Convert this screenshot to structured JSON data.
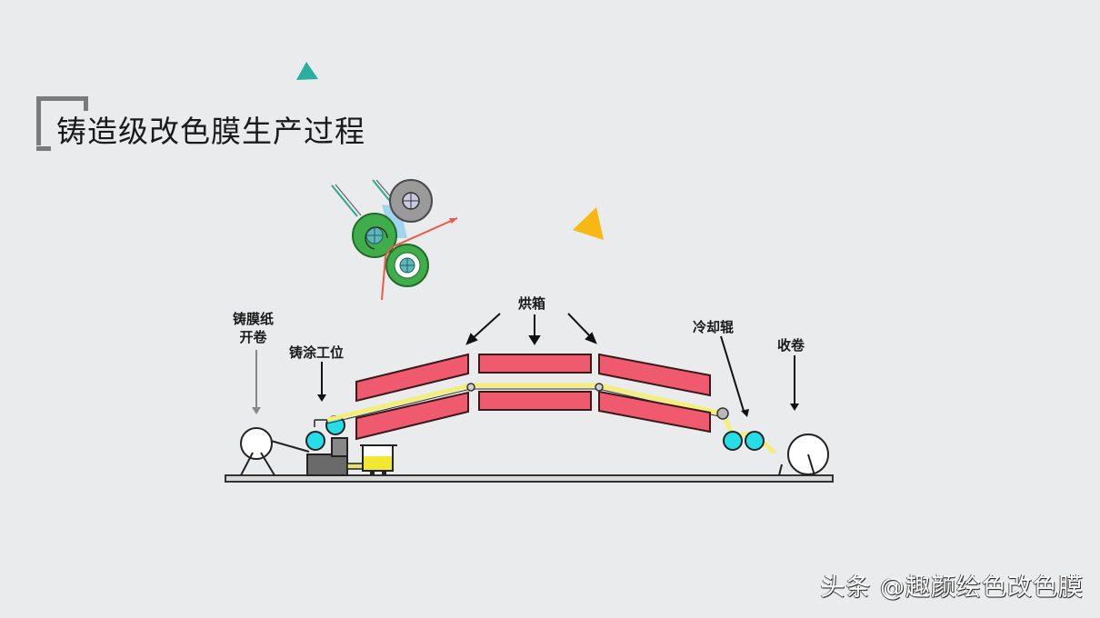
{
  "title": "铸造级改色膜生产过程",
  "labels": {
    "unwind": [
      "铸膜纸",
      "开卷"
    ],
    "coating_station": "铸涂工位",
    "oven": "烘箱",
    "chill_roll": "冷却辊",
    "rewind": "收卷"
  },
  "watermark": "头条 @趣颜绘色改色膜",
  "colors": {
    "background": "#e9ebec",
    "oven_fill": "#f05a6e",
    "film_yellow": "#f3ef7a",
    "roller_cyan": "#27dde8",
    "teal_triangle": "#2aae9f",
    "orange_triangle": "#f8b813",
    "green_roll": "#3fae4a",
    "gray_roll": "#9a9a9a",
    "red_line": "#e85a4a"
  }
}
